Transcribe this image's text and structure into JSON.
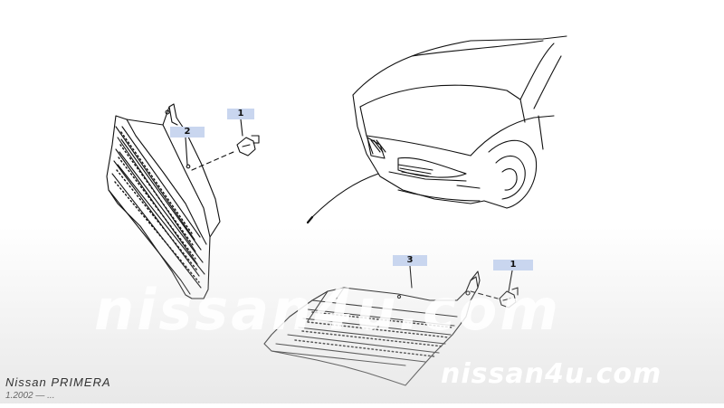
{
  "callouts": {
    "clip_upper": "1",
    "grille_left": "2",
    "grille_right": "3",
    "clip_lower": "1"
  },
  "watermark": {
    "center": "nissan4u.com",
    "corner": "nissan4u.com"
  },
  "model": {
    "title": "Nissan PRIMERA",
    "period": "1.2002 — ..."
  }
}
